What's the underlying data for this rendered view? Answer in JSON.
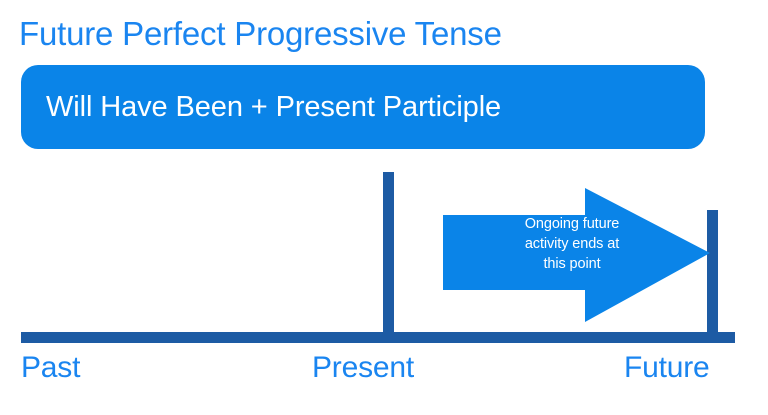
{
  "slide": {
    "title": "Future Perfect Progressive Tense",
    "formula": "Will Have Been + Present Participle",
    "colors": {
      "title_blue": "#1a85f0",
      "pill_blue": "#0a84e8",
      "arrow_blue": "#0a84e8",
      "timeline_blue": "#1d5ba4",
      "text_white": "#ffffff",
      "background": "#ffffff"
    }
  },
  "timeline": {
    "baseline_name": "timeline-axis",
    "ticks": [
      {
        "name": "present-tick"
      },
      {
        "name": "future-tick"
      }
    ],
    "labels": [
      {
        "text": "Past"
      },
      {
        "text": "Present"
      },
      {
        "text": "Future"
      }
    ]
  },
  "arrow": {
    "direction": "right",
    "caption_lines": [
      "Ongoing future",
      "activity ends at",
      "this point"
    ],
    "caption_full": "Ongoing future activity ends at this point"
  }
}
